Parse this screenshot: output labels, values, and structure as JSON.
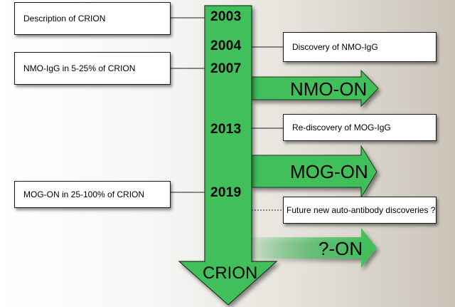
{
  "timeline": {
    "years": [
      "2003",
      "2004",
      "2007",
      "2013",
      "2019"
    ],
    "bottom_label": "CRION"
  },
  "left_notes": [
    "Description of CRION",
    "NMO-IgG in 5-25% of CRION",
    "MOG-ON in 25-100% of CRION"
  ],
  "right_notes": [
    "Discovery of NMO-IgG",
    "Re-discovery of MOG-IgG",
    "Future new auto-antibody discoveries ?"
  ],
  "branches": [
    "NMO-ON",
    "MOG-ON",
    "?-ON"
  ],
  "colors": {
    "arrow_green": "#3fbf5a",
    "arrow_outline": "#1f3a24",
    "box_border": "#1a1a1a"
  }
}
